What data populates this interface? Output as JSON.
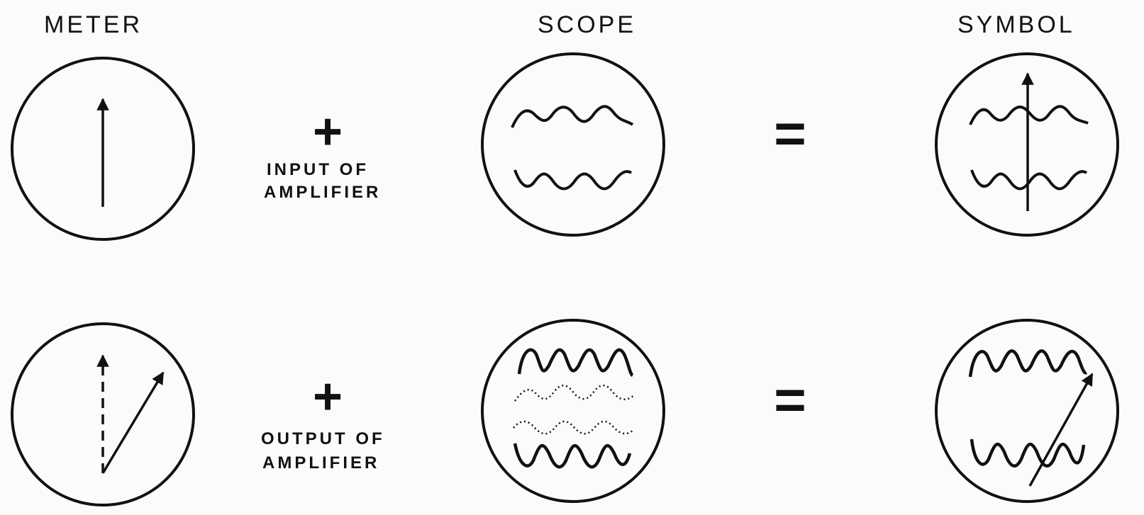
{
  "headers": {
    "meter": "METER",
    "scope": "SCOPE",
    "symbol": "SYMBOL"
  },
  "rows": [
    {
      "operator": "+",
      "label_line1": "INPUT OF",
      "label_line2": "AMPLIFIER",
      "equals": "="
    },
    {
      "operator": "+",
      "label_line1": "OUTPUT OF",
      "label_line2": "AMPLIFIER",
      "equals": "="
    }
  ],
  "colors": {
    "ink": "#111111",
    "paper": "#fbfbf9"
  }
}
